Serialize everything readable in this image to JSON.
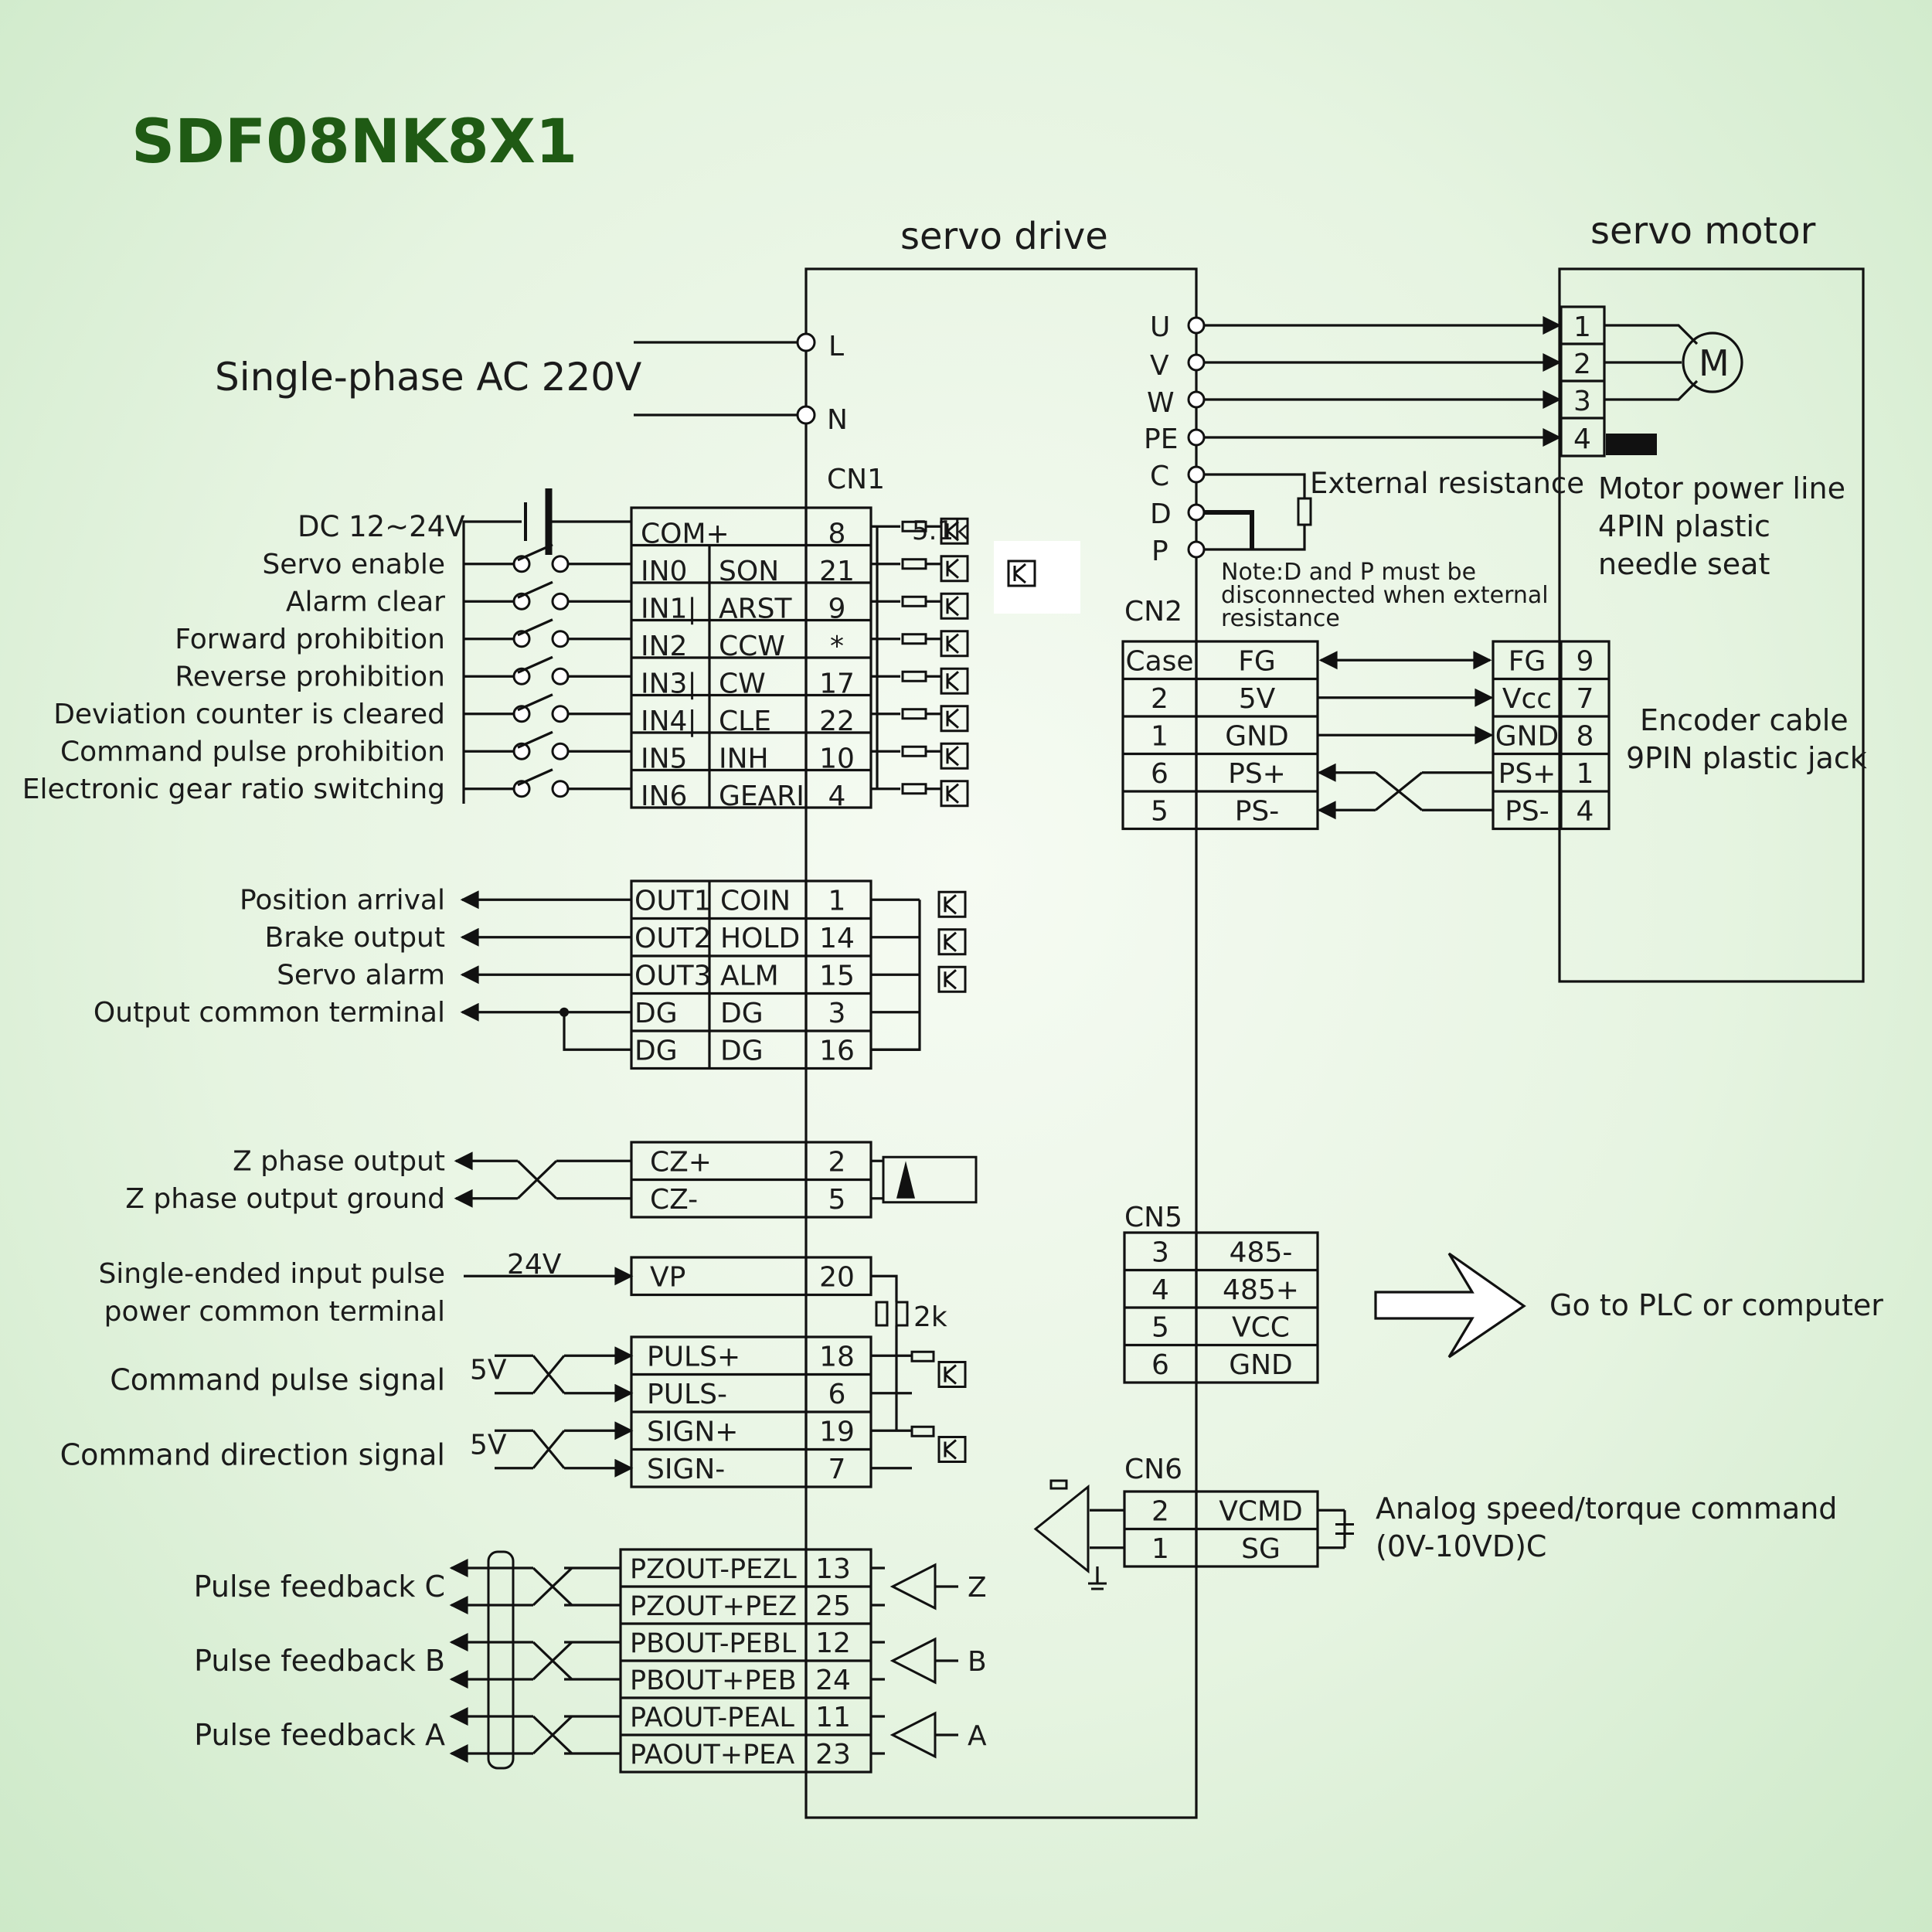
{
  "title": "SDF08NK8X1",
  "headings": {
    "drive": "servo drive",
    "motor": "servo motor"
  },
  "power": {
    "label": "Single-phase AC 220V",
    "L": "L",
    "N": "N"
  },
  "motor_terms": {
    "U": "U",
    "V": "V",
    "W": "W",
    "PE": "PE",
    "C": "C",
    "D": "D",
    "P": "P",
    "pins": [
      "1",
      "2",
      "3",
      "4"
    ],
    "motor_symbol": "M"
  },
  "ext_res": {
    "label": "External resistance",
    "note": [
      "Note:D and P must be",
      "disconnected when external",
      "resistance"
    ]
  },
  "motor_line": [
    "Motor power line",
    "4PIN plastic",
    "needle seat"
  ],
  "cn1": {
    "label": "CN1",
    "dc_label": "DC 12~24V",
    "res_label": "5.1k",
    "inputs": [
      {
        "desc": "",
        "a": "COM+",
        "b": "",
        "pin": "8"
      },
      {
        "desc": "Servo enable",
        "a": "IN0",
        "b": "SON",
        "pin": "21"
      },
      {
        "desc": "Alarm clear",
        "a": "IN1|",
        "b": "ARST",
        "pin": "9"
      },
      {
        "desc": "Forward prohibition",
        "a": "IN2",
        "b": "CCW",
        "pin": "*"
      },
      {
        "desc": "Reverse prohibition",
        "a": "IN3|",
        "b": "CW",
        "pin": "17"
      },
      {
        "desc": "Deviation counter is cleared",
        "a": "IN4|",
        "b": "CLE",
        "pin": "22"
      },
      {
        "desc": "Command pulse prohibition",
        "a": "IN5",
        "b": "INH",
        "pin": "10"
      },
      {
        "desc": "Electronic gear ratio switching",
        "a": "IN6",
        "b": "GEARI",
        "pin": "4"
      }
    ],
    "outputs": [
      {
        "desc": "Position arrival",
        "a": "OUT1",
        "b": "COIN",
        "pin": "1"
      },
      {
        "desc": "Brake output",
        "a": "OUT2",
        "b": "HOLD",
        "pin": "14"
      },
      {
        "desc": "Servo alarm",
        "a": "OUT3",
        "b": "ALM",
        "pin": "15"
      },
      {
        "desc": "Output common terminal",
        "a": "DG",
        "b": "DG",
        "pin": "3"
      },
      {
        "desc": "",
        "a": "DG",
        "b": "DG",
        "pin": "16"
      }
    ],
    "zphase": [
      {
        "desc": "Z phase output",
        "a": "CZ+",
        "pin": "2"
      },
      {
        "desc": "Z phase output ground",
        "a": "CZ-",
        "pin": "5"
      }
    ],
    "vp": {
      "desc1": "Single-ended input pulse",
      "desc2": "power common terminal",
      "v": "24V",
      "a": "VP",
      "pin": "20",
      "res": "2k"
    },
    "pulse": [
      {
        "a": "PULS+",
        "pin": "18"
      },
      {
        "a": "PULS-",
        "pin": "6"
      },
      {
        "a": "SIGN+",
        "pin": "19"
      },
      {
        "a": "SIGN-",
        "pin": "7"
      }
    ],
    "pulse_desc": [
      "Command pulse signal",
      "Command direction signal"
    ],
    "v5": "5V",
    "feedback": [
      {
        "a": "PZOUT-PEZL",
        "pin": "13"
      },
      {
        "a": "PZOUT+PEZ",
        "pin": "25"
      },
      {
        "a": "PBOUT-PEBL",
        "pin": "12"
      },
      {
        "a": "PBOUT+PEB",
        "pin": "24"
      },
      {
        "a": "PAOUT-PEAL",
        "pin": "11"
      },
      {
        "a": "PAOUT+PEA",
        "pin": "23"
      }
    ],
    "feedback_desc": [
      "Pulse feedback C",
      "Pulse feedback B",
      "Pulse feedback A"
    ],
    "feedback_letters": [
      "Z",
      "B",
      "A"
    ]
  },
  "cn2": {
    "label": "CN2",
    "rows": [
      {
        "a": "Case",
        "b": "FG",
        "c": "FG",
        "d": "9"
      },
      {
        "a": "2",
        "b": "5V",
        "c": "Vcc",
        "d": "7"
      },
      {
        "a": "1",
        "b": "GND",
        "c": "GND",
        "d": "8"
      },
      {
        "a": "6",
        "b": "PS+",
        "c": "PS+",
        "d": "1"
      },
      {
        "a": "5",
        "b": "PS-",
        "c": "PS-",
        "d": "4"
      }
    ],
    "cable": [
      "Encoder cable",
      "9PIN plastic jack"
    ]
  },
  "cn5": {
    "label": "CN5",
    "rows": [
      {
        "a": "3",
        "b": "485-"
      },
      {
        "a": "4",
        "b": "485+"
      },
      {
        "a": "5",
        "b": "VCC"
      },
      {
        "a": "6",
        "b": "GND"
      }
    ],
    "dest": "Go to PLC or computer"
  },
  "cn6": {
    "label": "CN6",
    "rows": [
      {
        "a": "2",
        "b": "VCMD"
      },
      {
        "a": "1",
        "b": "SG"
      }
    ],
    "desc": [
      "Analog speed/torque command",
      "(0V-10VD)C"
    ]
  }
}
